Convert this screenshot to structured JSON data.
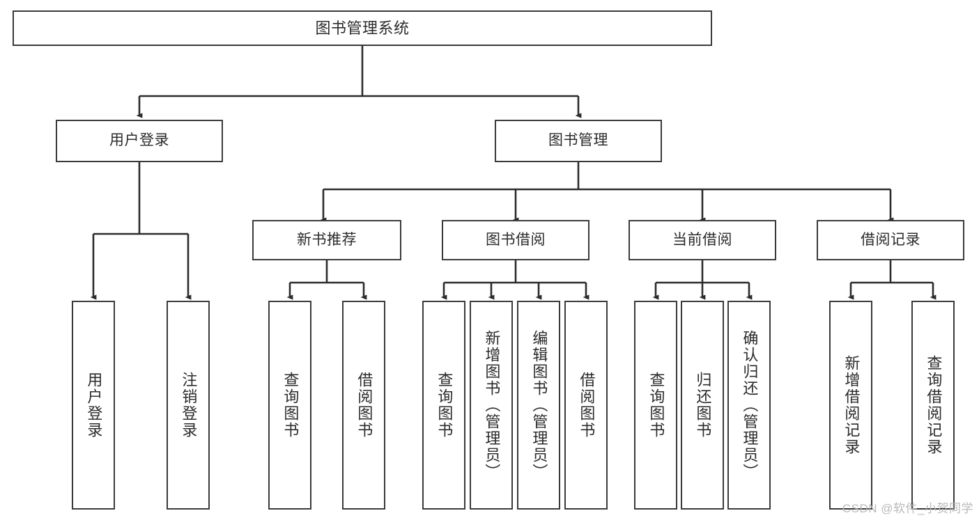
{
  "diagram": {
    "title": "图书管理系统",
    "type": "hierarchy-tree",
    "orientation": "top-down",
    "colors": {
      "box_border": "#3a3a3a",
      "box_fill": "#ffffff",
      "connector": "#2b2b2b",
      "text": "#2b2b2b",
      "watermark": "#b9b9b9",
      "background": "#ffffff"
    },
    "levels": [
      {
        "level": 1,
        "nodes": [
          {
            "id": "root",
            "label": "图书管理系统",
            "orientation": "horizontal"
          }
        ]
      },
      {
        "level": 2,
        "nodes": [
          {
            "id": "login",
            "label": "用户登录",
            "orientation": "horizontal",
            "parent": "root"
          },
          {
            "id": "bookmgmt",
            "label": "图书管理",
            "orientation": "horizontal",
            "parent": "root"
          }
        ]
      },
      {
        "level": 3,
        "nodes": [
          {
            "id": "newbook",
            "label": "新书推荐",
            "orientation": "horizontal",
            "parent": "bookmgmt"
          },
          {
            "id": "borrow",
            "label": "图书借阅",
            "orientation": "horizontal",
            "parent": "bookmgmt"
          },
          {
            "id": "current",
            "label": "当前借阅",
            "orientation": "horizontal",
            "parent": "bookmgmt"
          },
          {
            "id": "records",
            "label": "借阅记录",
            "orientation": "horizontal",
            "parent": "bookmgmt"
          }
        ]
      },
      {
        "level": 4,
        "nodes": [
          {
            "id": "leaf-user-login",
            "label": "用户登录",
            "orientation": "vertical",
            "parent": "login"
          },
          {
            "id": "leaf-user-logout",
            "label": "注销登录",
            "orientation": "vertical",
            "parent": "login"
          },
          {
            "id": "leaf-query-book-1",
            "label": "查询图书",
            "orientation": "vertical",
            "parent": "newbook"
          },
          {
            "id": "leaf-borrow-book-1",
            "label": "借阅图书",
            "orientation": "vertical",
            "parent": "newbook"
          },
          {
            "id": "leaf-query-book-2",
            "label": "查询图书",
            "orientation": "vertical",
            "parent": "borrow"
          },
          {
            "id": "leaf-add-book",
            "label": "新增图书（管理员）",
            "orientation": "vertical",
            "parent": "borrow"
          },
          {
            "id": "leaf-edit-book",
            "label": "编辑图书（管理员）",
            "orientation": "vertical",
            "parent": "borrow"
          },
          {
            "id": "leaf-borrow-book-2",
            "label": "借阅图书",
            "orientation": "vertical",
            "parent": "borrow"
          },
          {
            "id": "leaf-query-book-3",
            "label": "查询图书",
            "orientation": "vertical",
            "parent": "current"
          },
          {
            "id": "leaf-return-book",
            "label": "归还图书",
            "orientation": "vertical",
            "parent": "current"
          },
          {
            "id": "leaf-confirm-return",
            "label": "确认归还（管理员）",
            "orientation": "vertical",
            "parent": "current"
          },
          {
            "id": "leaf-add-record",
            "label": "新增借阅记录",
            "orientation": "vertical",
            "parent": "records"
          },
          {
            "id": "leaf-query-record",
            "label": "查询借阅记录",
            "orientation": "vertical",
            "parent": "records"
          }
        ]
      }
    ]
  },
  "watermark": {
    "text": "CSDN @软件_小贺同学"
  }
}
